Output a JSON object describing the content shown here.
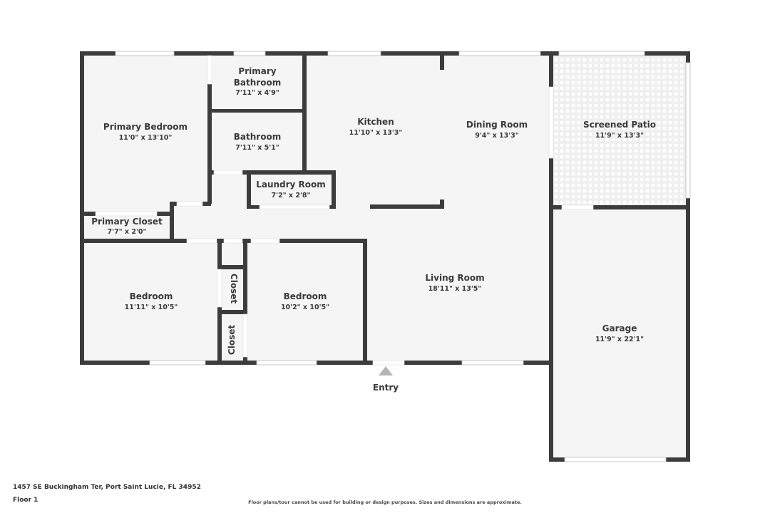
{
  "colors": {
    "wall": "#3c3c3c",
    "floor": "#f5f5f5",
    "window": "#ffffff",
    "entry_marker": "#b5b5b5",
    "text": "#3a3a3a"
  },
  "rooms": [
    {
      "id": "primary-bedroom",
      "name": "Primary Bedroom",
      "dims": "11'0\" x 13'10\""
    },
    {
      "id": "primary-bathroom",
      "name": "Primary Bathroom",
      "name_line1": "Primary",
      "name_line2": "Bathroom",
      "dims": "7'11\" x 4'9\""
    },
    {
      "id": "bathroom",
      "name": "Bathroom",
      "dims": "7'11\" x 5'1\""
    },
    {
      "id": "laundry-room",
      "name": "Laundry Room",
      "dims": "7'2\" x 2'8\""
    },
    {
      "id": "primary-closet",
      "name": "Primary Closet",
      "dims": "7'7\" x 2'0\""
    },
    {
      "id": "kitchen",
      "name": "Kitchen",
      "dims": "11'10\" x 13'3\""
    },
    {
      "id": "dining-room",
      "name": "Dining Room",
      "dims": "9'4\" x 13'3\""
    },
    {
      "id": "screened-patio",
      "name": "Screened Patio",
      "dims": "11'9\" x 13'3\""
    },
    {
      "id": "bedroom-1",
      "name": "Bedroom",
      "dims": "11'11\" x 10'5\""
    },
    {
      "id": "closet-1",
      "name": "Closet",
      "dims": ""
    },
    {
      "id": "closet-2",
      "name": "Closet",
      "dims": ""
    },
    {
      "id": "bedroom-2",
      "name": "Bedroom",
      "dims": "10'2\" x 10'5\""
    },
    {
      "id": "living-room",
      "name": "Living Room",
      "dims": "18'11\" x 13'5\""
    },
    {
      "id": "garage",
      "name": "Garage",
      "dims": "11'9\" x 22'1\""
    }
  ],
  "entry": {
    "label": "Entry"
  },
  "footer": {
    "address": "1457 SE Buckingham Ter, Port Saint Lucie, FL 34952",
    "floor": "Floor 1",
    "disclaimer": "Floor plans/tour cannot be used for building or design purposes. Sizes and dimensions are approximate."
  }
}
